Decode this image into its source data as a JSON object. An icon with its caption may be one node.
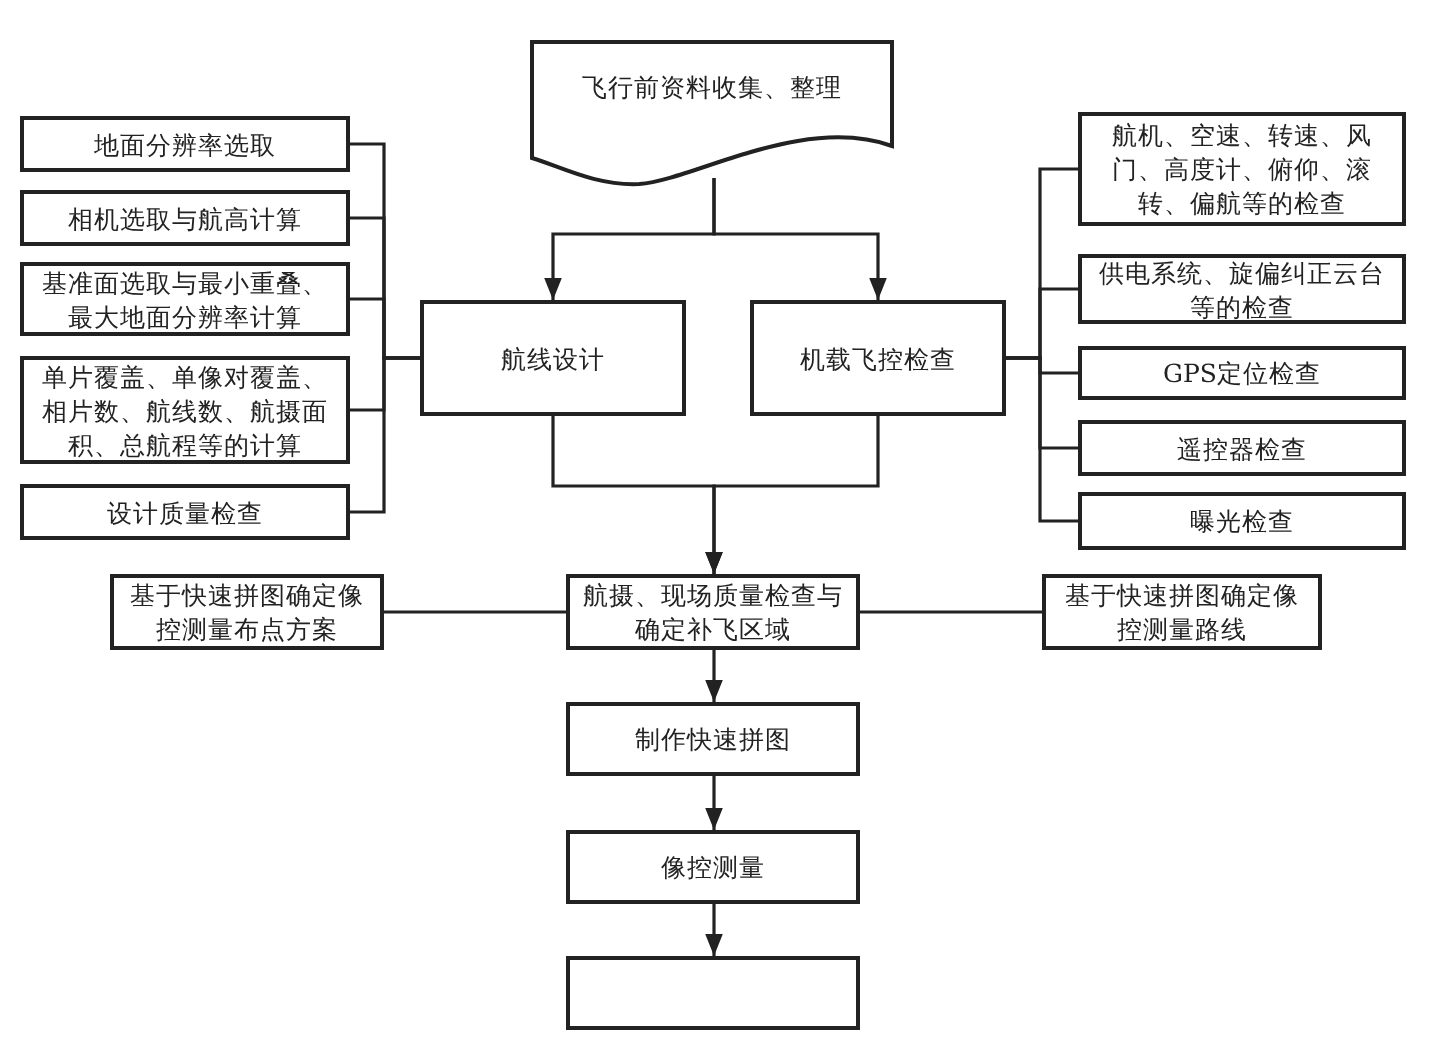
{
  "diagram": {
    "nodes": [
      {
        "text": [
          "飞行前资料收集、整理"
        ]
      },
      {
        "text": [
          "航线设计"
        ]
      },
      {
        "text": [
          "机载飞控检查"
        ]
      },
      {
        "text": [
          "地面分辨率选取"
        ]
      },
      {
        "text": [
          "相机选取与航高计算"
        ]
      },
      {
        "text": [
          "基准面选取与最小重叠、最大地面分辨率计算"
        ]
      },
      {
        "text": [
          "单片覆盖、单像对覆盖、相片数、航线数、航摄面积、总航程等的计算"
        ]
      },
      {
        "text": [
          "设计质量检查"
        ]
      },
      {
        "text": [
          "航机、空速、转速、风门、高度计、俯仰、滚转、偏航等的检查"
        ]
      },
      {
        "text": [
          "供电系统、旋偏纠正云台等的检查"
        ]
      },
      {
        "text": [
          "GPS定位检查"
        ]
      },
      {
        "text": [
          "遥控器检查"
        ]
      },
      {
        "text": [
          "曝光检查"
        ]
      },
      {
        "text": [
          "航摄、现场质量检查与确定补飞区域"
        ]
      },
      {
        "text": [
          "基于快速拼图确定像控测量布点方案"
        ]
      },
      {
        "text": [
          "基于快速拼图确定像控测量路线"
        ]
      },
      {
        "text": [
          "制作快速拼图"
        ]
      },
      {
        "text": [
          "像控测量"
        ]
      },
      {
        "text": [],
        "shape": "box"
      }
    ],
    "edges": [
      {
        "from": 0,
        "to": 1,
        "arrow": "to"
      },
      {
        "from": 0,
        "to": 2,
        "arrow": "to"
      },
      {
        "from": 1,
        "to": 3,
        "arrow": "none"
      },
      {
        "from": 1,
        "to": 4,
        "arrow": "none"
      },
      {
        "from": 1,
        "to": 5,
        "arrow": "none"
      },
      {
        "from": 1,
        "to": 6,
        "arrow": "none"
      },
      {
        "from": 1,
        "to": 7,
        "arrow": "none"
      },
      {
        "from": 2,
        "to": 8,
        "arrow": "none"
      },
      {
        "from": 2,
        "to": 9,
        "arrow": "none"
      },
      {
        "from": 2,
        "to": 10,
        "arrow": "none"
      },
      {
        "from": 2,
        "to": 11,
        "arrow": "none"
      },
      {
        "from": 2,
        "to": 12,
        "arrow": "none"
      },
      {
        "from": 1,
        "to": 13,
        "arrow": "to"
      },
      {
        "from": 2,
        "to": 13,
        "arrow": "to"
      },
      {
        "from": 13,
        "to": 14,
        "arrow": "none"
      },
      {
        "from": 13,
        "to": 15,
        "arrow": "none"
      },
      {
        "from": 13,
        "to": 16,
        "arrow": "to"
      },
      {
        "from": 16,
        "to": 17,
        "arrow": "to"
      },
      {
        "from": 17,
        "to": 18,
        "arrow": "to"
      }
    ]
  }
}
